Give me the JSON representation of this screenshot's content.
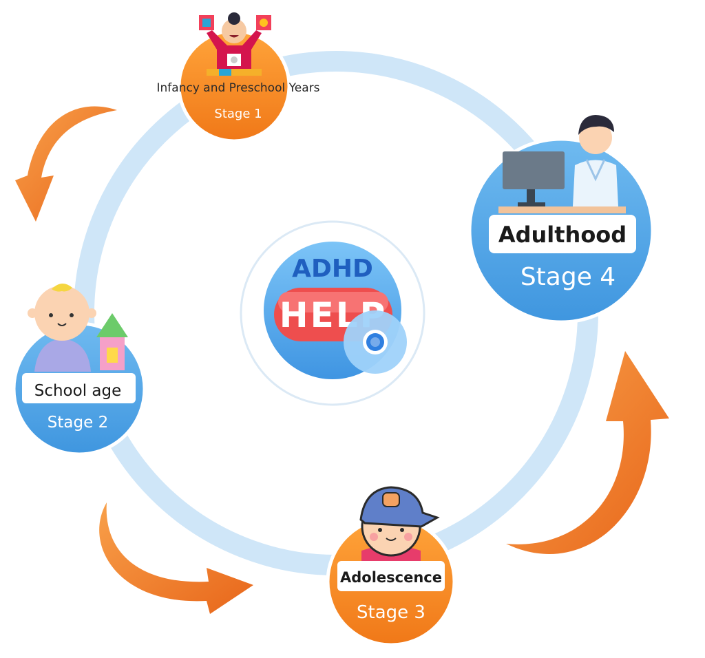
{
  "center": {
    "title_top": "ADHD",
    "title_main": "HELP"
  },
  "stages": [
    {
      "label": "Infancy and Preschool Years",
      "stage": "Stage 1"
    },
    {
      "label": "School age",
      "stage": "Stage 2"
    },
    {
      "label": "Adolescence",
      "stage": "Stage 3"
    },
    {
      "label": "Adulthood",
      "stage": "Stage 4"
    }
  ],
  "colors": {
    "ring": "#cfe6f8",
    "orange": "#f58a22",
    "blue": "#4aa3e6",
    "arrow": "#f07a1e",
    "help_red": "#ee4e4e",
    "help_blue": "#2f7fe0"
  },
  "icons": [
    "baby-icon",
    "child-icon",
    "teen-icon",
    "adult-icon",
    "arrow-icon"
  ]
}
